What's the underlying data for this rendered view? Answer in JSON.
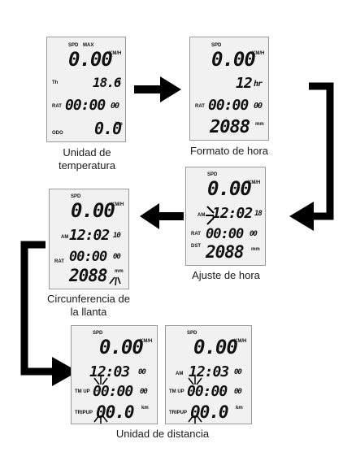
{
  "captions": {
    "p1": [
      "Unidad de",
      "temperatura"
    ],
    "p2": "Formato de hora",
    "p3": "Ajuste de hora",
    "p4": [
      "Circunferencia de",
      "la llanta"
    ],
    "p5": "Unidad de distancia"
  },
  "screens": {
    "p1": {
      "spd": "SPD",
      "max": "MAX",
      "speed": "0.00",
      "kmh": "KM/H",
      "th": "Th",
      "temp": "18.6",
      "temp_unit": "°C",
      "rat": "RAT",
      "time": "00:00",
      "time_small": "00",
      "odo": "ODO",
      "odo_val": "0.0",
      "odo_unit": "km"
    },
    "p2": {
      "spd": "SPD",
      "speed": "0.00",
      "kmh": "KM/H",
      "hour": "12",
      "hr": "hr",
      "rat": "RAT",
      "time": "00:00",
      "time_small": "00",
      "circ": "2088",
      "circ_unit": "mm"
    },
    "p3": {
      "spd": "SPD",
      "speed": "0.00",
      "kmh": "KM/H",
      "am": "AM",
      "clock": "12:02",
      "clock_small": "18",
      "rat": "RAT",
      "dst": "DST",
      "time": "00:00",
      "time_small": "00",
      "circ": "2088",
      "circ_unit": "mm"
    },
    "p4": {
      "spd": "SPD",
      "speed": "0.00",
      "kmh": "KM/H",
      "am": "AM",
      "clock": "12:02",
      "clock_small": "10",
      "rat": "RAT",
      "time": "00:00",
      "time_small": "00",
      "circ": "2088",
      "circ_unit": "mm"
    },
    "p5a": {
      "spd": "SPD",
      "speed": "0.00",
      "kmh": "KM/H",
      "clock": "12:03",
      "clock_small": "00",
      "tmup": "TM UP",
      "time": "00:00",
      "time_small": "00",
      "tripup": "TRIPUP",
      "trip": "00.0",
      "trip_unit": "km"
    },
    "p5b": {
      "spd": "SPD",
      "speed": "0.00",
      "kmh": "KM/H",
      "am": "AM",
      "clock": "12:03",
      "clock_small": "00",
      "tmup": "TM UP",
      "time": "00:00",
      "time_small": "00",
      "tripup": "TRIPUP",
      "trip": "00.0",
      "trip_unit": "km"
    }
  }
}
